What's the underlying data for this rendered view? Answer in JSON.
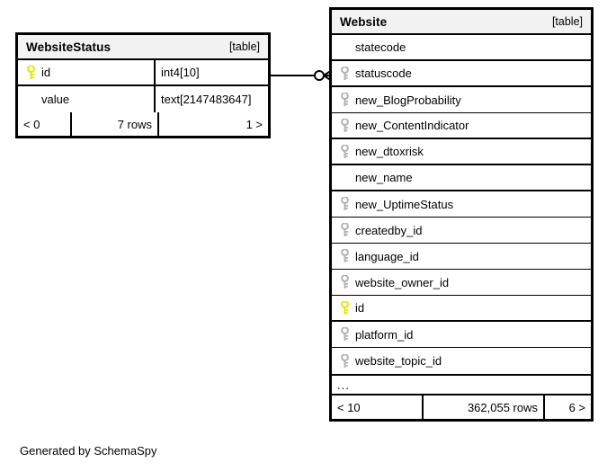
{
  "diagram": {
    "tool_caption": "Generated by SchemaSpy",
    "table_tag": "[table]",
    "ellipsis": "...",
    "colors": {
      "primary_key_icon": "#e8e800",
      "foreign_key_icon": "#b4b4b4",
      "header_background": "#f2f2f2",
      "border": "#000000",
      "background": "#ffffff"
    }
  },
  "tables": [
    {
      "name": "WebsiteStatus",
      "tag": "[table]",
      "columns": [
        {
          "key": "primary",
          "name": "id",
          "type": "int4[10]"
        },
        {
          "key": "none",
          "name": "value",
          "type": "text[2147483647]"
        }
      ],
      "footer": {
        "left": "< 0",
        "middle": "7 rows",
        "right": "1 >"
      }
    },
    {
      "name": "Website",
      "tag": "[table]",
      "columns": [
        {
          "key": "none",
          "name": "statecode"
        },
        {
          "key": "foreign",
          "name": "statuscode"
        },
        {
          "key": "foreign",
          "name": "new_BlogProbability"
        },
        {
          "key": "foreign",
          "name": "new_ContentIndicator"
        },
        {
          "key": "foreign",
          "name": "new_dtoxrisk"
        },
        {
          "key": "none",
          "name": "new_name"
        },
        {
          "key": "foreign",
          "name": "new_UptimeStatus"
        },
        {
          "key": "foreign",
          "name": "createdby_id"
        },
        {
          "key": "foreign",
          "name": "language_id"
        },
        {
          "key": "foreign",
          "name": "website_owner_id"
        },
        {
          "key": "primary",
          "name": "id"
        },
        {
          "key": "foreign",
          "name": "platform_id"
        },
        {
          "key": "foreign",
          "name": "website_topic_id"
        }
      ],
      "more_indicator": "...",
      "footer": {
        "left": "< 10",
        "middle": "362,055 rows",
        "right": "6 >"
      }
    }
  ],
  "relationship": {
    "from_table": "WebsiteStatus",
    "from_column": "id",
    "to_table": "Website",
    "to_column": "statuscode",
    "from_cardinality": "zero-or-one",
    "to_cardinality": "many"
  }
}
